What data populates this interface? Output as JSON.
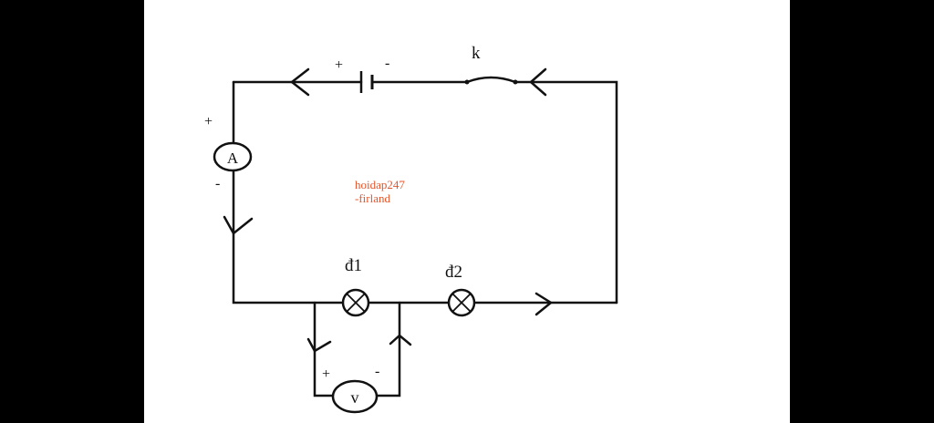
{
  "diagram": {
    "type": "circuit-schematic",
    "colors": {
      "page_background": "#000000",
      "canvas_background": "#ffffff",
      "wire": "#111111",
      "watermark": "#e4572e"
    },
    "components": {
      "battery": {
        "icon": "battery-symbol",
        "plus": "+",
        "minus": "-"
      },
      "switch": {
        "icon": "switch-symbol",
        "label": "k"
      },
      "ammeter": {
        "icon": "ammeter-symbol",
        "symbol": "A",
        "plus": "+",
        "minus": "-"
      },
      "lamp1": {
        "icon": "lamp-symbol",
        "label": "đ1"
      },
      "lamp2": {
        "icon": "lamp-symbol",
        "label": "đ2"
      },
      "voltmeter": {
        "icon": "voltmeter-symbol",
        "symbol": "v",
        "plus": "+",
        "minus": "-"
      }
    },
    "watermark": {
      "line1": "hoidap247",
      "line2": "-firland"
    }
  }
}
